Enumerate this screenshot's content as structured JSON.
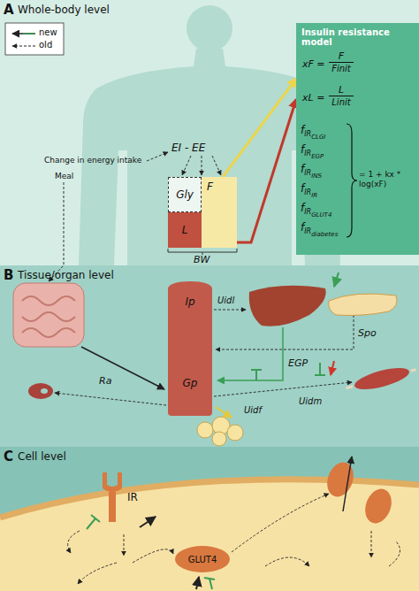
{
  "diagram": {
    "nodes": [
      {
        "text": [
          "A",
          "Whole-body level"
        ]
      },
      {
        "text": [
          "Insulin resistance model"
        ],
        "in": 0
      },
      {
        "text": [
          "Gly"
        ],
        "in": 0
      },
      {
        "text": [
          "F"
        ],
        "in": 0
      },
      {
        "text": [
          "L"
        ],
        "in": 0
      },
      {
        "text": [
          "B",
          "Tissue/organ level"
        ]
      },
      {
        "text": [
          "Ip",
          "Gp"
        ],
        "in": 5
      },
      {
        "text": [
          "C",
          "Cell level"
        ]
      },
      {
        "text": [
          "IR"
        ],
        "in": 7
      },
      {
        "text": [
          "GLUT4"
        ],
        "in": 7
      }
    ],
    "edges": [
      {
        "from": 3,
        "to": 1,
        "arrow": "to"
      },
      {
        "from": 4,
        "to": 1,
        "arrow": "to"
      }
    ],
    "labels": [
      "EI - EE",
      "Change in energy intake",
      "Meal",
      "BW",
      "xF =",
      "F",
      "Finit",
      "xL =",
      "L",
      "Linit",
      "f",
      "IR",
      "CLGI",
      "f",
      "IR",
      "EGP",
      "f",
      "IR",
      "INS",
      "f",
      "IR",
      "IR",
      "f",
      "IR",
      "GLUT4",
      "f",
      "IR",
      "diabetes",
      "= 1 + kx * log(xF)",
      "Ra",
      "EGP",
      "Spo",
      "Uidl",
      "Uidm",
      "Uidf"
    ],
    "legend": [
      {
        "text": "new"
      },
      {
        "text": "old"
      }
    ]
  }
}
